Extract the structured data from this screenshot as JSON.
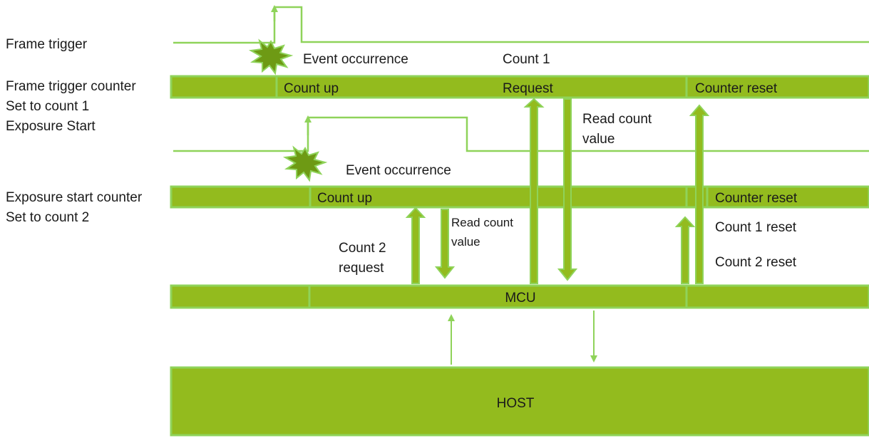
{
  "left_labels": {
    "frame_trigger": "Frame trigger",
    "frame_trigger_counter": "Frame trigger counter",
    "set_to_count_1": "Set to count 1",
    "exposure_start": "Exposure Start",
    "exposure_start_counter": "Exposure start counter",
    "set_to_count_2": "Set to count 2"
  },
  "frame_trigger_row": {
    "event": "Event occurrence",
    "count_label": "Count 1",
    "bar_count_up": "Count up",
    "bar_request": "Request",
    "bar_counter_reset": "Counter reset",
    "read_count_line1": "Read count",
    "read_count_line2": "value"
  },
  "exposure_row": {
    "event": "Event occurrence",
    "bar_count_up": "Count up",
    "bar_counter_reset": "Counter reset",
    "read_count_line1": "Read count",
    "read_count_line2": "value",
    "count2_request_line1": "Count 2",
    "count2_request_line2": "request",
    "count1_reset": "Count 1 reset",
    "count2_reset": "Count 2 reset"
  },
  "mcu_label": "MCU",
  "host_label": "HOST",
  "colors": {
    "bar_fill": "#93bb1e",
    "accent_line": "#8fd35a",
    "starburst": "#6e9a14"
  }
}
